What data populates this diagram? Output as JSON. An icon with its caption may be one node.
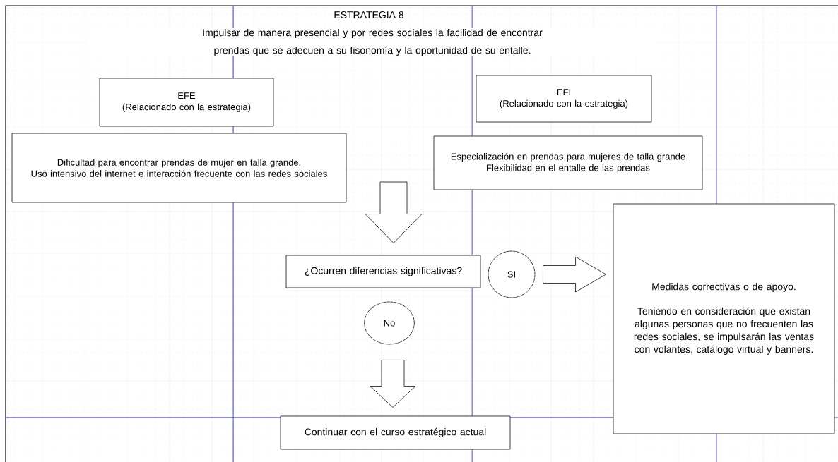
{
  "diagram": {
    "title": "ESTRATEGIA 8",
    "nodes": [
      {
        "text": [
          "EFE",
          "(Relacionado con la estrategia)"
        ]
      },
      {
        "text": [
          "EFI",
          "(Relacionado con la estrategia)"
        ]
      },
      {
        "text": [
          "Dificultad para encontrar prendas de mujer en talla grande.",
          "Uso intensivo del internet e interacción frecuente con las redes sociales"
        ]
      },
      {
        "text": [
          "Especialización en prendas para mujeres de talla grande",
          "Flexibilidad en el entalle de las prendas"
        ]
      },
      {
        "text": [
          "¿Ocurren diferencias significativas?"
        ]
      },
      {
        "text": [
          "SI"
        ]
      },
      {
        "text": [
          "Medidas correctivas o de apoyo.",
          "Teniendo en consideración que existan algunas personas que no frecuenten las redes sociales, se impulsarán las ventas con volantes, catálogo virtual y banners."
        ]
      },
      {
        "text": [
          "No"
        ]
      },
      {
        "text": [
          "Continuar con el curso estratégico actual"
        ]
      }
    ],
    "edges": [
      {
        "from": null,
        "to": 4,
        "arrow": "to"
      },
      {
        "from": 5,
        "to": 6,
        "arrow": "to"
      },
      {
        "from": 7,
        "to": 8,
        "arrow": "to"
      }
    ],
    "labels": [
      "Impulsar de manera presencial y por redes sociales la facilidad de encontrar prendas que se adecuen a su fisonomía y la oportunidad de su entalle."
    ]
  }
}
